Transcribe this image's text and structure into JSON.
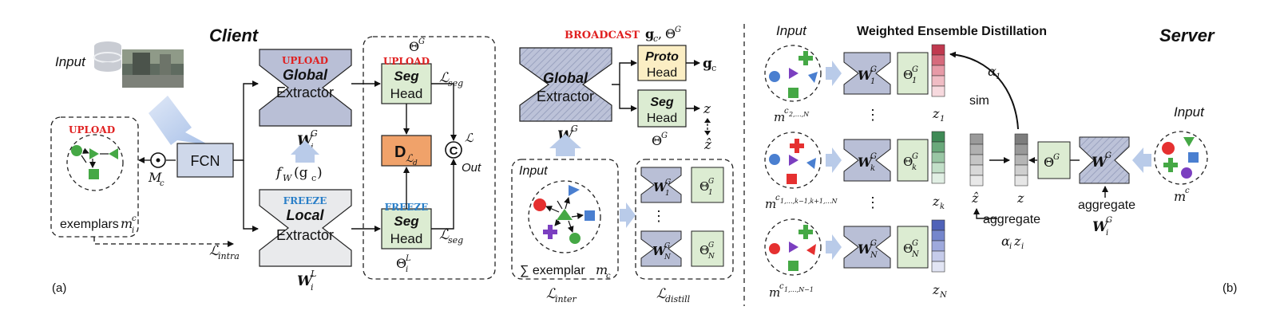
{
  "colors": {
    "upload": "#e02020",
    "freeze": "#2a7fc8",
    "global_fill": "#b9bfd6",
    "local_fill": "#e9eaec",
    "seg_fill": "#dcecd2",
    "proto_fill": "#fbeec4",
    "d_fill": "#f0a26a",
    "fcn_fill": "#cfd8ea",
    "wide_arrow": "#b9cbe9",
    "shape_red": "#e53030",
    "shape_green": "#45a845",
    "shape_blue": "#4a7fd0",
    "shape_purple": "#7b3fc0"
  },
  "client": {
    "title": "Client",
    "input_label": "Input",
    "upload_top": "UPLOAD",
    "global_line1": "Global",
    "global_line2": "Extractor",
    "global_weight": "W",
    "global_weight_sup": "G",
    "global_weight_sub": "i",
    "upload_seg": "UPLOAD",
    "seg_line1": "Seg",
    "seg_line2": "Head",
    "theta": "Θ",
    "theta_sup_g": "G",
    "loss_seg": "ℒ",
    "loss_seg_sub": "seg",
    "d_label": "D",
    "d_sub": "ℒ",
    "d_sub2": "d",
    "fw": "f",
    "fw_sub": "W",
    "fw_arg": "(g",
    "fw_arg_sub": "c",
    "fw_close": ")",
    "loss_total": "ℒ",
    "concat": "C",
    "out": "Out",
    "fcn": "FCN",
    "mc": "M",
    "mc_sub": "c",
    "upload_exemplar": "UPLOAD",
    "exemplars_label": "exemplars",
    "exemplars_m": "m",
    "exemplars_sup": "c",
    "exemplars_sub": "i",
    "freeze_local": "FREEZE",
    "local_line1": "Local",
    "local_line2": "Extractor",
    "local_weight": "W",
    "local_weight_sup": "L",
    "local_weight_sub": "i",
    "freeze_seg": "FREEZE",
    "theta_sup_l": "L",
    "theta_sub_i": "i",
    "loss_intra": "ℒ",
    "loss_intra_sub": "intra",
    "panel_label": "(a)"
  },
  "broadcast": {
    "label": "BROADCAST",
    "gc": "g",
    "gc_sub": "c",
    "comma": ",",
    "theta": "Θ",
    "theta_sup": "G",
    "global_line1": "Global",
    "global_line2": "Extractor",
    "weight": "W",
    "weight_sup": "G",
    "proto_line1": "Proto",
    "proto_line2": "Head",
    "proto_out": "g",
    "proto_out_sub": "c",
    "seg_line1": "Seg",
    "seg_line2": "Head",
    "z": "z",
    "zhat": "ẑ",
    "input_label": "Input",
    "sum_exemplar": "∑ exemplar",
    "sum_m": "m",
    "sum_sub": "c",
    "loss_inter": "ℒ",
    "loss_inter_sub": "inter",
    "loss_distill": "ℒ",
    "loss_distill_sub": "distill",
    "w1": "W",
    "w_sup": "G",
    "w1_sub": "1",
    "wN_sub": "N",
    "dots": "⋮"
  },
  "server": {
    "title": "Server",
    "heading": "Weighted Ensemble Distillation",
    "input_top": "Input",
    "input_right": "Input",
    "m_label": "m",
    "m_sup_1": "c",
    "m_sup_1_sub": "2,…,N",
    "m_sup_k_sub": "1,…,k−1,k+1,…N",
    "m_sup_N_sub": "1,…,N−1",
    "m_right": "m",
    "m_right_sup": "c",
    "w": "W",
    "w_sup": "G",
    "w_sub_1": "1",
    "w_sub_k": "k",
    "w_sub_N": "N",
    "theta": "Θ",
    "theta_sup": "G",
    "z": "z",
    "z_sub_1": "1",
    "z_sub_k": "k",
    "z_sub_N": "N",
    "zhat": "ẑ",
    "alpha": "α",
    "alpha_sub": "1",
    "sim": "sim",
    "aggregate": "aggregate",
    "alpha_z": "α",
    "alpha_z_sub": "i",
    "alpha_z_z": "z",
    "alpha_z_z_sub": "i",
    "aggregate_right": "aggregate",
    "wg": "W",
    "wg_sup": "G",
    "wg_sub": "i",
    "dots": "⋮",
    "panel_label": "(b)"
  }
}
